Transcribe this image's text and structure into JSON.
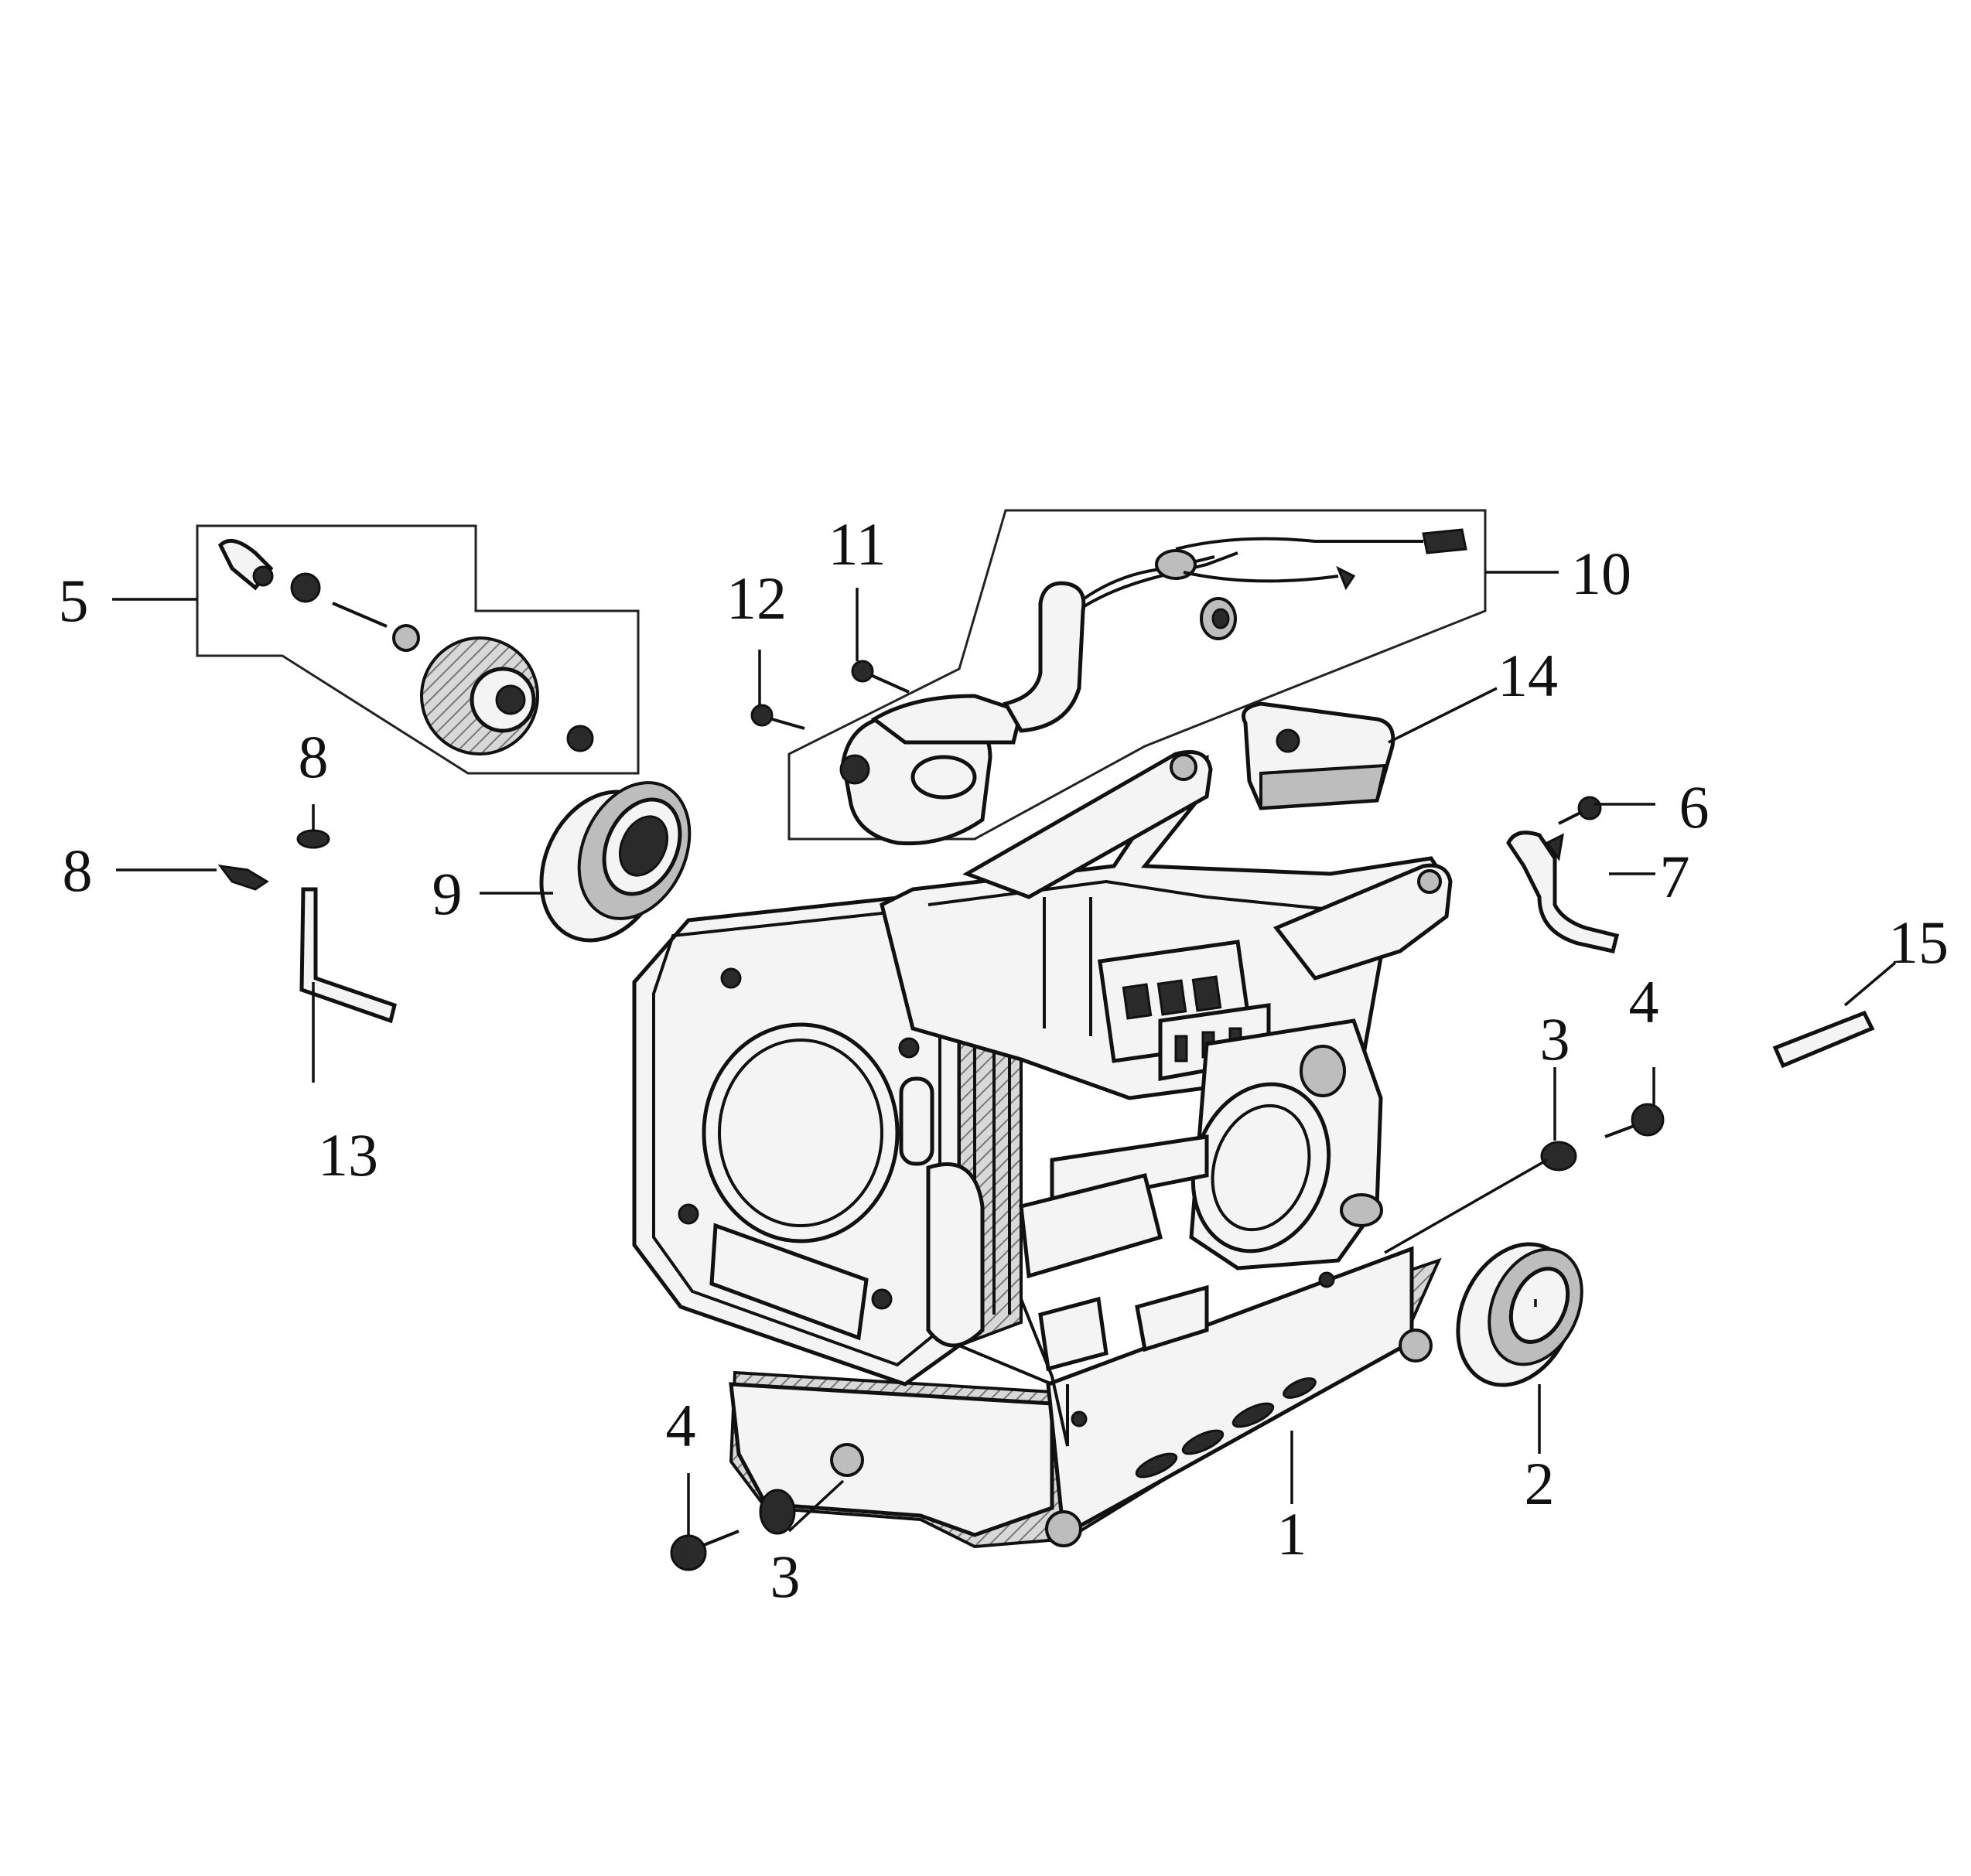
{
  "callouts": [
    {
      "id": "c1",
      "label": "1"
    },
    {
      "id": "c2",
      "label": "2"
    },
    {
      "id": "c3a",
      "label": "3"
    },
    {
      "id": "c3b",
      "label": "3"
    },
    {
      "id": "c4a",
      "label": "4"
    },
    {
      "id": "c4b",
      "label": "4"
    },
    {
      "id": "c5",
      "label": "5"
    },
    {
      "id": "c6",
      "label": "6"
    },
    {
      "id": "c7",
      "label": "7"
    },
    {
      "id": "c8a",
      "label": "8"
    },
    {
      "id": "c8b",
      "label": "8"
    },
    {
      "id": "c9",
      "label": "9"
    },
    {
      "id": "c10",
      "label": "10"
    },
    {
      "id": "c11",
      "label": "11"
    },
    {
      "id": "c12",
      "label": "12"
    },
    {
      "id": "c13",
      "label": "13"
    },
    {
      "id": "c14",
      "label": "14"
    },
    {
      "id": "c15",
      "label": "15"
    }
  ]
}
